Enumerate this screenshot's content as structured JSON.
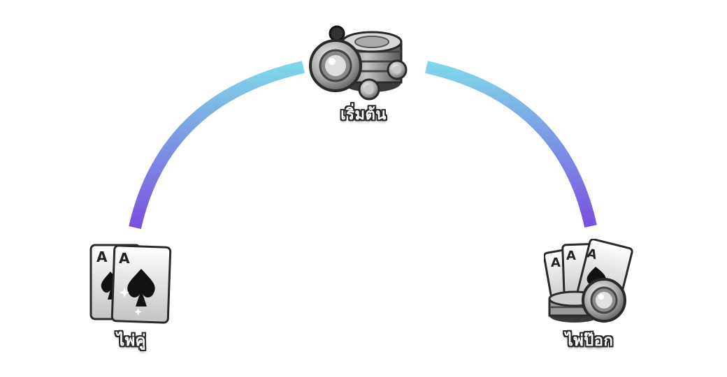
{
  "nodes": {
    "chips": {
      "label": "เริ่มต้น",
      "icon": "poker-chips-stack-icon"
    },
    "cards": {
      "label": "ไพ่คู่",
      "icon": "playing-cards-aces-icon"
    },
    "cards_chips": {
      "label": "ไพ่ป๊อก",
      "icon": "cards-and-chips-icon"
    }
  },
  "colors": {
    "arc_start": "#7ed6e8",
    "arc_end": "#7b4fe0"
  }
}
